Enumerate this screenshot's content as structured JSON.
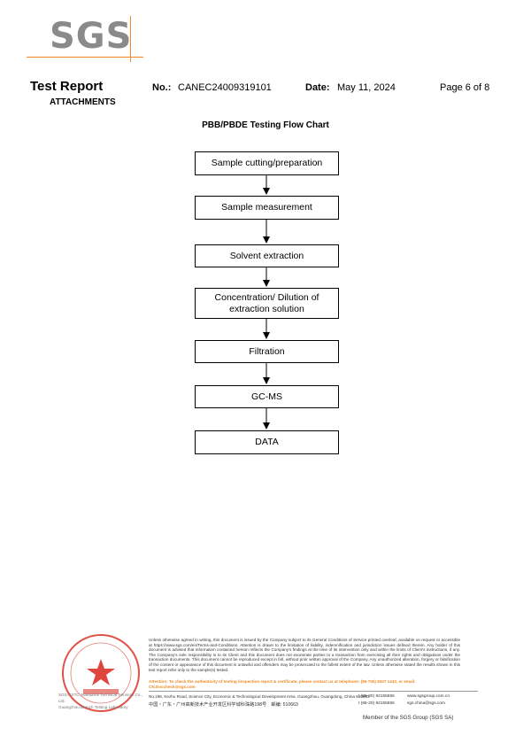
{
  "logo": {
    "text": "SGS"
  },
  "header": {
    "title": "Test Report",
    "section": "ATTACHMENTS",
    "no_label": "No.:",
    "no_value": "CANEC24009319101",
    "date_label": "Date:",
    "date_value": "May 11, 2024",
    "page": "Page 6 of 8"
  },
  "flow_chart": {
    "title": "PBB/PBDE Testing Flow Chart",
    "steps": [
      "Sample cutting/preparation",
      "Sample measurement",
      "Solvent extraction",
      "Concentration/ Dilution of extraction solution",
      "Filtration",
      "GC-MS",
      "DATA"
    ]
  },
  "footer": {
    "disclaimer": "Unless otherwise agreed in writing, this document is issued by the Company subject to its General Conditions of Service printed overleaf, available on request or accessible at https://www.sgs.com/en/Terms-and-Conditions. Attention is drawn to the limitation of liability, indemnification and jurisdiction issues defined therein. Any holder of this document is advised that information contained hereon reflects the Company's findings at the time of its intervention only and within the limits of Client's instructions, if any. The Company's sole responsibility is to its Client and this document does not exonerate parties to a transaction from exercising all their rights and obligations under the transaction documents. This document cannot be reproduced except in full, without prior written approval of the Company. Any unauthorized alteration, forgery or falsification of the content or appearance of this document is unlawful and offenders may be prosecuted to the fullest extent of the law. Unless otherwise stated the results shown in this test report refer only to the sample(s) tested.",
    "attention": "Attention: To check the authenticity of testing /inspection report & certificate, please contact us at telephone: (86-755) 8307 1443, or email: CN.Doccheck@sgs.com",
    "address_en": "No.198, Kezhu Road, Science City, Economic & Technological Development Area, Guangzhou, Guangdong, China 510663",
    "address_cn": "中国・广东・广州高新技术产业开发区科学城科珠路198号　邮编: 510663",
    "tel1": "t (86-20) 82155555",
    "tel2": "t (86-20) 82155555",
    "web1": "www.sgsgroup.com.cn",
    "web2": "sgs.china@sgs.com",
    "member": "Member of the SGS Group (SGS SA)",
    "lab_name_1": "SGS-CSTC Standards Technical Services Co., Ltd.",
    "lab_name_2": "Guangzhou Branch Testing Laboratory"
  },
  "colors": {
    "accent": "#f08a24",
    "seal": "#d9261c",
    "logo_gray": "#8a8a8a"
  }
}
